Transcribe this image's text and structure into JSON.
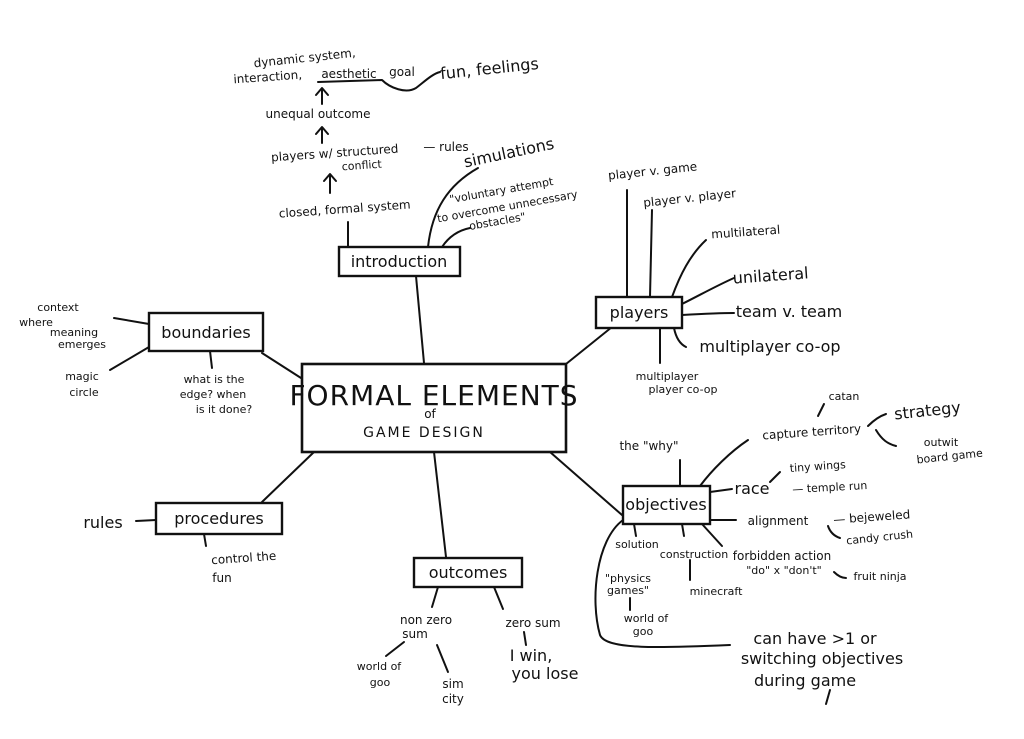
{
  "center": {
    "title": "FORMAL ELEMENTS",
    "of": "of",
    "subtitle": "GAME DESIGN"
  },
  "introduction": {
    "label": "introduction",
    "closed_formal": "closed, formal system",
    "players_line1": "players w/ structured",
    "players_line2": "conflict",
    "rules": "— rules",
    "unequal": "unequal outcome",
    "dynamic_line1": "dynamic system,",
    "dynamic_line2a": "interaction,",
    "dynamic_line2b": "aesthetic",
    "dynamic_line2c": "goal",
    "fun": "fun, feelings",
    "simulations": "simulations",
    "voluntary_line1": "\"voluntary attempt",
    "voluntary_line2": "to overcome unnecessary",
    "voluntary_line3": "obstacles\""
  },
  "players": {
    "label": "players",
    "items": [
      "player v. game",
      "player v. player",
      "multilateral",
      "unilateral",
      "team v. team",
      "multiplayer co-op"
    ],
    "coop_line1": "multiplayer",
    "coop_line2": "player co-op"
  },
  "boundaries": {
    "label": "boundaries",
    "context_line1": "context",
    "context_line2": "where",
    "context_line3": "meaning",
    "context_line4": "emerges",
    "magic_line1": "magic",
    "magic_line2": "circle",
    "edge_line1": "what is the",
    "edge_line2": "edge? when",
    "edge_line3": "is it done?"
  },
  "procedures": {
    "label": "procedures",
    "rules": "rules",
    "control_line1": "control the",
    "control_line2": "fun"
  },
  "outcomes": {
    "label": "outcomes",
    "nonzero_line1": "non zero",
    "nonzero_line2": "sum",
    "world_line1": "world of",
    "world_line2": "goo",
    "sim_line1": "sim",
    "sim_line2": "city",
    "zero": "zero sum",
    "iwin_line1": "I win,",
    "iwin_line2": "you lose"
  },
  "objectives": {
    "label": "objectives",
    "why": "the \"why\"",
    "capture": "capture territory",
    "catan": "catan",
    "strategy": "strategy",
    "outwit_line1": "outwit",
    "outwit_line2": "board game",
    "race": "race",
    "tiny_wings": "tiny wings",
    "temple_run": "— temple run",
    "alignment": "alignment",
    "bejeweled": "— bejeweled",
    "candy_crush": "candy crush",
    "solution_line1": "solution",
    "solution_line2": "\"physics",
    "solution_line3": "games\"",
    "solution_line4": "world of",
    "solution_line5": "goo",
    "construction": "construction",
    "minecraft": "minecraft",
    "forbidden_line1": "forbidden action",
    "forbidden_line2": "\"do\" x \"don't\"",
    "fruit_ninja": "fruit ninja",
    "switch_line1": "can have >1 or",
    "switch_line2": "switching objectives",
    "switch_line3": "during game"
  }
}
